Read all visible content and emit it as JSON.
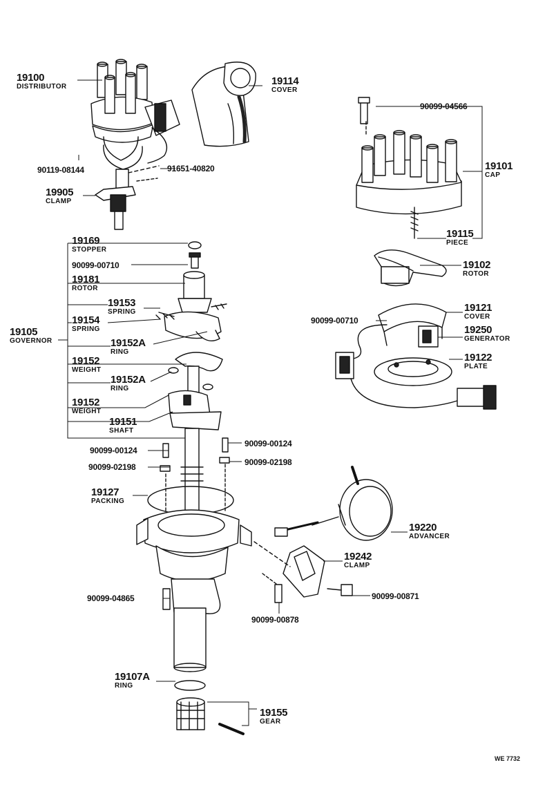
{
  "parts": [
    {
      "id": "p19100",
      "number": "19100",
      "name": "DISTRIBUTOR"
    },
    {
      "id": "p19114",
      "number": "19114",
      "name": "COVER"
    },
    {
      "id": "p19101",
      "number": "19101",
      "name": "CAP"
    },
    {
      "id": "p19115",
      "number": "19115",
      "name": "PIECE"
    },
    {
      "id": "p19905",
      "number": "19905",
      "name": "CLAMP"
    },
    {
      "id": "p19169",
      "number": "19169",
      "name": "STOPPER"
    },
    {
      "id": "p19181",
      "number": "19181",
      "name": "ROTOR"
    },
    {
      "id": "p19153",
      "number": "19153",
      "name": "SPRING"
    },
    {
      "id": "p19154",
      "number": "19154",
      "name": "SPRING"
    },
    {
      "id": "p19105",
      "number": "19105",
      "name": "GOVERNOR"
    },
    {
      "id": "p19152Aa",
      "number": "19152A",
      "name": "RING"
    },
    {
      "id": "p19152a",
      "number": "19152",
      "name": "WEIGHT"
    },
    {
      "id": "p19152Ab",
      "number": "19152A",
      "name": "RING"
    },
    {
      "id": "p19152b",
      "number": "19152",
      "name": "WEIGHT"
    },
    {
      "id": "p19151",
      "number": "19151",
      "name": "SHAFT"
    },
    {
      "id": "p19102",
      "number": "19102",
      "name": "ROTOR"
    },
    {
      "id": "p19121",
      "number": "19121",
      "name": "COVER"
    },
    {
      "id": "p19250",
      "number": "19250",
      "name": "GENERATOR"
    },
    {
      "id": "p19122",
      "number": "19122",
      "name": "PLATE"
    },
    {
      "id": "p19127",
      "number": "19127",
      "name": "PACKING"
    },
    {
      "id": "p19220",
      "number": "19220",
      "name": "ADVANCER"
    },
    {
      "id": "p19242",
      "number": "19242",
      "name": "CLAMP"
    },
    {
      "id": "p19107A",
      "number": "19107A",
      "name": "RING"
    },
    {
      "id": "p19155",
      "number": "19155",
      "name": "GEAR"
    }
  ],
  "fasteners": [
    {
      "id": "f1",
      "number": "90099-04566"
    },
    {
      "id": "f2",
      "number": "90119-08144"
    },
    {
      "id": "f3",
      "number": "91651-40820"
    },
    {
      "id": "f4",
      "number": "90099-00710"
    },
    {
      "id": "f5",
      "number": "90099-00710"
    },
    {
      "id": "f6",
      "number": "90099-00124"
    },
    {
      "id": "f7",
      "number": "90099-00124"
    },
    {
      "id": "f8",
      "number": "90099-02198"
    },
    {
      "id": "f9",
      "number": "90099-02198"
    },
    {
      "id": "f10",
      "number": "90099-04865"
    },
    {
      "id": "f11",
      "number": "90099-00871"
    },
    {
      "id": "f12",
      "number": "90099-00878"
    }
  ],
  "diagram_code": "WE 7732"
}
